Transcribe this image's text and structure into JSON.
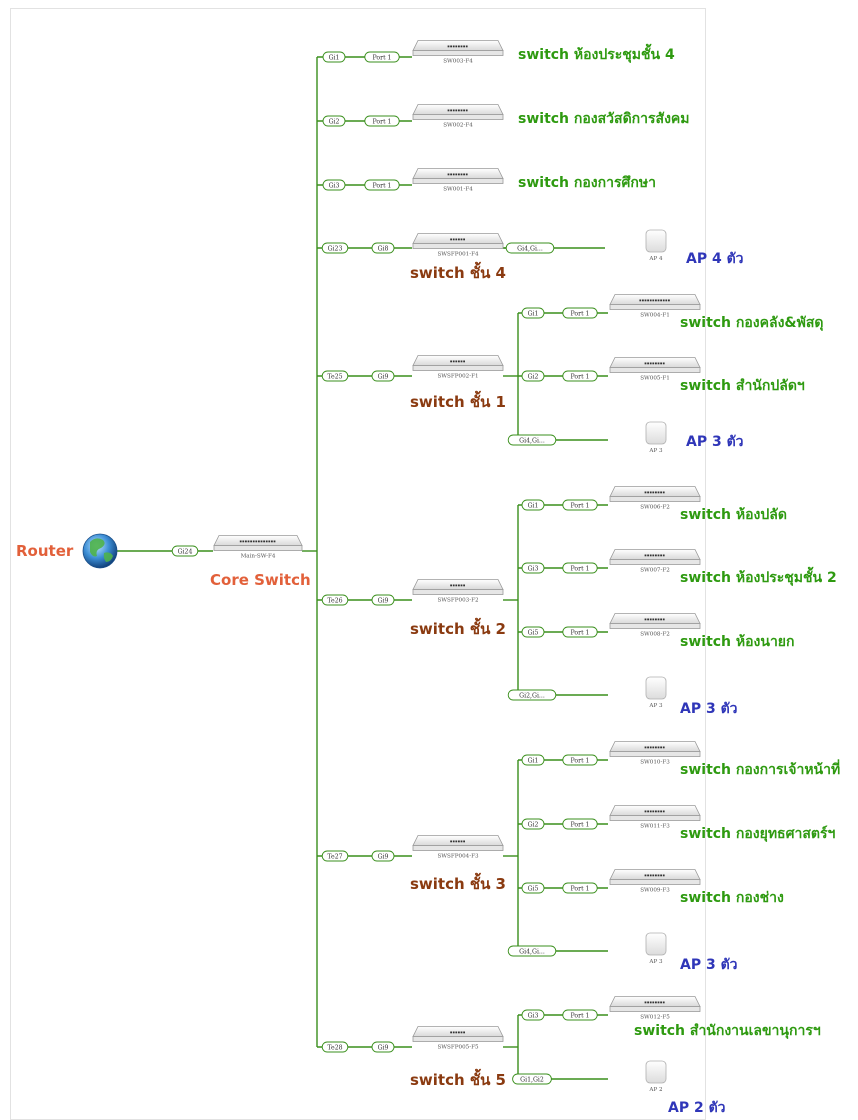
{
  "router": {
    "label": "Router",
    "port": "Gi24"
  },
  "core": {
    "label": "Core Switch",
    "device": "Main-SW-F4"
  },
  "colors": {
    "green": "#2e9a10",
    "line": "#3a8f1c",
    "router": "#e2603a",
    "floor": "#8a3a10",
    "ap": "#2f36b8"
  },
  "direct_switches": [
    {
      "core_port": "Gi1",
      "port": "Port 1",
      "device": "SW003-F4",
      "label": "switch ห้องประชุมชั้น 4"
    },
    {
      "core_port": "Gi2",
      "port": "Port 1",
      "device": "SW002-F4",
      "label": "switch กองสวัสดิการสังคม"
    },
    {
      "core_port": "Gi3",
      "port": "Port 1",
      "device": "SW001-F4",
      "label": "switch กองการศึกษา"
    }
  ],
  "floors": [
    {
      "core_port": "Gi23",
      "port": "Gi8",
      "device": "SWSFP001-F4",
      "label": "switch ชั้น 4",
      "children": [],
      "ap_port": "Gi4,Gi...",
      "ap_device": "AP 4",
      "ap_label": "AP 4 ตัว"
    },
    {
      "core_port": "Te25",
      "port": "Gi9",
      "device": "SWSFP002-F1",
      "label": "switch ชั้น 1",
      "children": [
        {
          "port": "Gi1",
          "port2": "Port 1",
          "device": "SW004-F1",
          "label": "switch กองคลัง&พัสดุ"
        },
        {
          "port": "Gi2",
          "port2": "Port 1",
          "device": "SW005-F1",
          "label": "switch สำนักปลัดฯ"
        }
      ],
      "ap_port": "Gi4,Gi...",
      "ap_device": "AP 3",
      "ap_label": "AP 3 ตัว"
    },
    {
      "core_port": "Te26",
      "port": "Gi9",
      "device": "SWSFP003-F2",
      "label": "switch ชั้น 2",
      "children": [
        {
          "port": "Gi1",
          "port2": "Port 1",
          "device": "SW006-F2",
          "label": "switch ห้องปลัด"
        },
        {
          "port": "Gi3",
          "port2": "Port 1",
          "device": "SW007-F2",
          "label": "switch ห้องประชุมชั้น 2"
        },
        {
          "port": "Gi5",
          "port2": "Port 1",
          "device": "SW008-F2",
          "label": "switch ห้องนายก"
        }
      ],
      "ap_port": "Gi2,Gi...",
      "ap_device": "AP 3",
      "ap_label": "AP 3 ตัว"
    },
    {
      "core_port": "Te27",
      "port": "Gi9",
      "device": "SWSFP004-F3",
      "label": "switch ชั้น 3",
      "children": [
        {
          "port": "Gi1",
          "port2": "Port 1",
          "device": "SW010-F3",
          "label": "switch กองการเจ้าหน้าที่"
        },
        {
          "port": "Gi2",
          "port2": "Port 1",
          "device": "SW011-F3",
          "label": "switch กองยุทธศาสตร์ฯ"
        },
        {
          "port": "Gi5",
          "port2": "Port 1",
          "device": "SW009-F3",
          "label": "switch กองช่าง"
        }
      ],
      "ap_port": "Gi4,Gi...",
      "ap_device": "AP 3",
      "ap_label": "AP 3 ตัว"
    },
    {
      "core_port": "Te28",
      "port": "Gi9",
      "device": "SWSFP005-F5",
      "label": "switch ชั้น 5",
      "children": [
        {
          "port": "Gi3",
          "port2": "Port 1",
          "device": "SW012-F5",
          "label": "switch สำนักงานเลขานุการฯ"
        }
      ],
      "ap_port": "Gi1,Gi2",
      "ap_device": "AP 2",
      "ap_label": "AP 2 ตัว"
    }
  ]
}
